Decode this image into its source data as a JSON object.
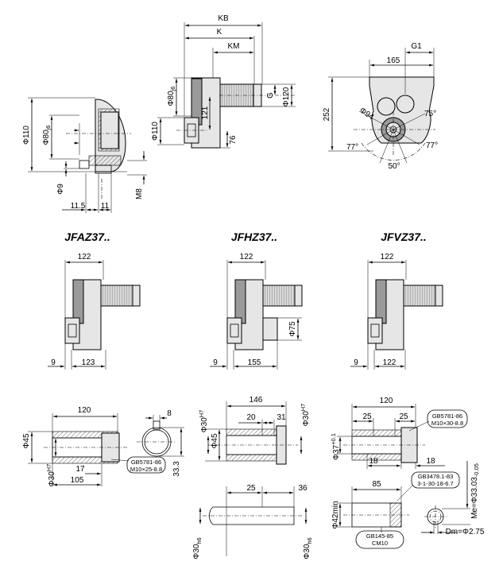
{
  "titles": {
    "fa": "JFAZ37..",
    "fh": "JFHZ37..",
    "fv": "JFVZ37.."
  },
  "side_view": {
    "d_flange": "Φ110",
    "d_pilot": "Φ80",
    "d_pilot_tol": "j6",
    "d_hole": "Φ9",
    "thread": "M8",
    "offset_left": "11.5",
    "offset_right": "11"
  },
  "main_view": {
    "KB": "KB",
    "K": "K",
    "KM": "KM",
    "d_pilot": "Φ80",
    "d_pilot_tol": "j6",
    "d_flange": "Φ110",
    "h121": "121",
    "h76": "76",
    "G": "G",
    "d120": "Φ120"
  },
  "end_view": {
    "G1": "G1",
    "w165": "165",
    "h252": "252",
    "d94": "Φ94",
    "a75": "75°",
    "a77_left": "77°",
    "a77_right": "77°",
    "a50": "50°"
  },
  "fa_view": {
    "w122": "122",
    "left9": "9",
    "w123": "123"
  },
  "fh_view": {
    "w122": "122",
    "d75": "Φ75",
    "left9": "9",
    "w155": "155"
  },
  "fv_view": {
    "w122": "122",
    "left9": "9",
    "w122b": "122"
  },
  "hollow_shaft_a": {
    "l120": "120",
    "d45": "Φ45",
    "d30": "Φ30",
    "d30_tol": "H7",
    "l17": "17",
    "l105": "105",
    "standard": "GB5781-86",
    "screw": "M10×25-8.8",
    "key_width": "8",
    "key_depth": "33.3"
  },
  "hollow_shaft_h": {
    "l146": "146",
    "l20": "20",
    "l31": "31",
    "d30_left": "Φ30",
    "d30_left_tol": "H7",
    "d45": "Φ45",
    "d30_right": "Φ30",
    "d30_right_tol": "H7",
    "l25": "25",
    "l36": "36",
    "shaft_d30_left": "Φ30",
    "shaft_d30_left_tol": "h6",
    "shaft_d30_right": "Φ30",
    "shaft_d30_right_tol": "h6"
  },
  "hollow_shaft_v": {
    "l120": "120",
    "l25a": "25",
    "l25b": "25",
    "standard": "GB5781-86",
    "screw": "M10×30-8.8",
    "d37": "Φ37",
    "d37_tol": "+0.1",
    "l18a": "18",
    "l18b": "18",
    "l85": "85",
    "standard2": "GB3478.1-83",
    "standard2_sub": "3-1-30-18-6.7",
    "d42": "Φ42min",
    "me": "Me=Φ33.03",
    "me_tol": "-0.05",
    "dm": "Dm=Φ2.75",
    "center_std": "GB145-85",
    "center_code": "CM10"
  }
}
